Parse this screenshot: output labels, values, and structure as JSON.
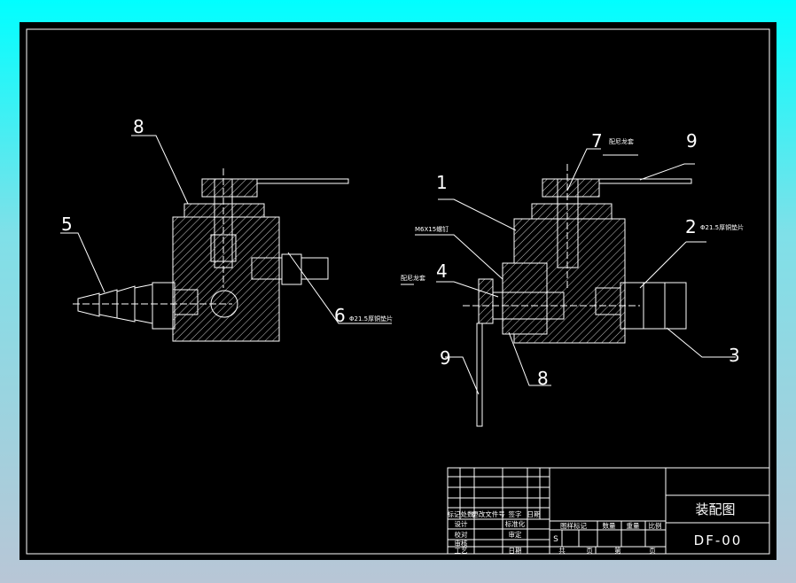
{
  "callouts": {
    "left_view": {
      "n8": "8",
      "n5": "5",
      "n6": "6",
      "note6": "Φ21.5厚铜垫片"
    },
    "right_view": {
      "n7": "7",
      "note7": "配尼龙套",
      "n9a": "9",
      "n1": "1",
      "screw": "M6X15螺钉",
      "n2": "2",
      "note2": "Φ21.5厚铜垫片",
      "n4": "4",
      "note4": "配尼龙套",
      "n3": "3",
      "n9b": "9",
      "n8": "8"
    }
  },
  "title_block": {
    "headers": [
      "标记",
      "处数",
      "更改文件号",
      "签字",
      "日期"
    ],
    "rows": [
      [
        "设计",
        "标准化"
      ],
      [
        "校对",
        "审定"
      ],
      [
        "审核",
        ""
      ],
      [
        "工艺",
        "日期"
      ]
    ],
    "mid_headers": [
      "图样标记",
      "数量",
      "重量",
      "比例"
    ],
    "mark": "S",
    "sheet_row": [
      "共",
      "页",
      "第",
      "页"
    ],
    "title": "装配图",
    "drawing_no": "DF-00"
  }
}
